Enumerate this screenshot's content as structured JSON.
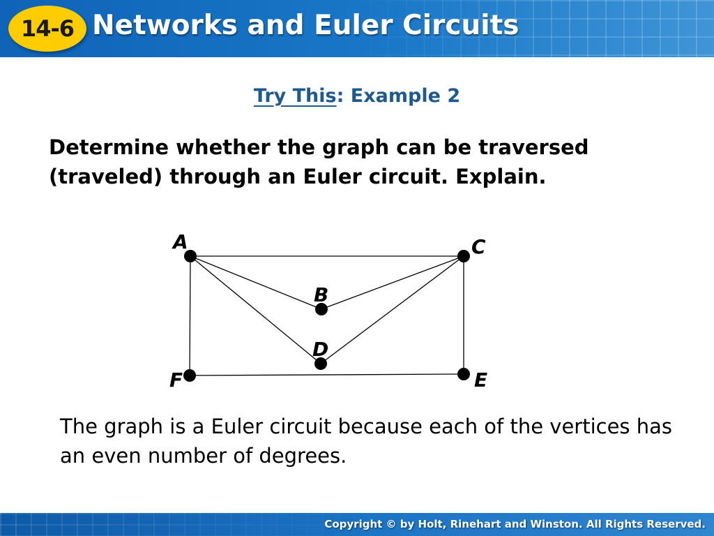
{
  "header": {
    "lesson_badge": "14-6",
    "title": "Networks and Euler Circuits"
  },
  "subheading": {
    "link_text": "Try This",
    "rest": ": Example 2"
  },
  "question": "Determine whether the graph can be traversed (traveled) through an Euler circuit. Explain.",
  "graph": {
    "vertices": [
      {
        "id": "A",
        "label": "A"
      },
      {
        "id": "B",
        "label": "B"
      },
      {
        "id": "C",
        "label": "C"
      },
      {
        "id": "D",
        "label": "D"
      },
      {
        "id": "E",
        "label": "E"
      },
      {
        "id": "F",
        "label": "F"
      }
    ],
    "edges": [
      [
        "A",
        "C"
      ],
      [
        "A",
        "B"
      ],
      [
        "A",
        "D"
      ],
      [
        "A",
        "F"
      ],
      [
        "C",
        "B"
      ],
      [
        "C",
        "D"
      ],
      [
        "C",
        "E"
      ],
      [
        "F",
        "E"
      ]
    ]
  },
  "answer": "The graph is a Euler circuit because each of the vertices has an even number of degrees.",
  "footer": {
    "copyright": "Copyright © by Holt, Rinehart and Winston. All Rights Reserved."
  },
  "colors": {
    "header_blue": "#1a78c8",
    "badge_yellow": "#ffcc00",
    "subheading_blue": "#1e5a8f"
  }
}
